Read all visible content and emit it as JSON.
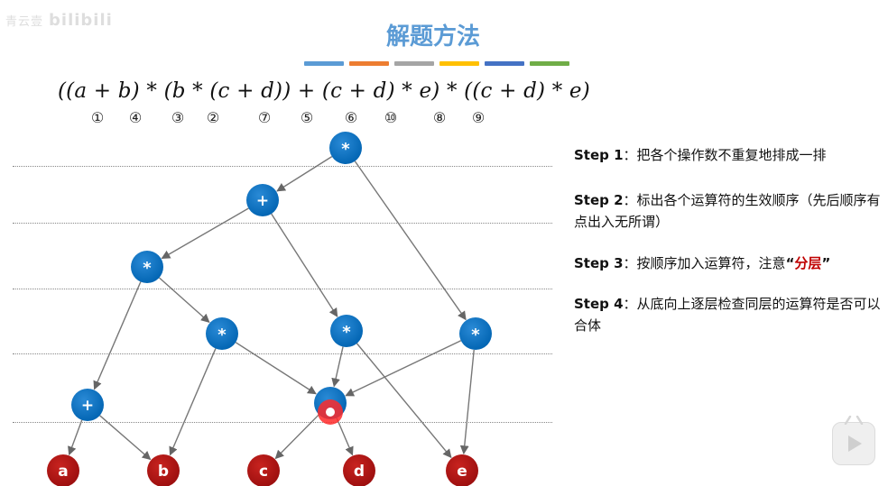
{
  "watermark": {
    "prefix": "青云壹",
    "logo": "bilibili"
  },
  "title": "解题方法",
  "color_bar": [
    "#5b9bd5",
    "#ed7d31",
    "#a5a5a5",
    "#ffc000",
    "#4472c4",
    "#70ad47"
  ],
  "expression": "((a + b) * (b * (c + d)) + (c + d) * e) * ((c + d) * e)",
  "order_marks": [
    "①",
    "④",
    "③",
    "②",
    "⑦",
    "⑤",
    "⑥",
    "⑩",
    "⑧",
    "⑨"
  ],
  "nodes": [
    {
      "id": "n1",
      "label": "*"
    },
    {
      "id": "n2",
      "label": "+"
    },
    {
      "id": "n3",
      "label": "*"
    },
    {
      "id": "n4",
      "label": "*"
    },
    {
      "id": "n5",
      "label": "*"
    },
    {
      "id": "n6",
      "label": "*"
    },
    {
      "id": "n7",
      "label": "+"
    },
    {
      "id": "n8",
      "label": ""
    },
    {
      "id": "la",
      "label": "a"
    },
    {
      "id": "lb",
      "label": "b"
    },
    {
      "id": "lc",
      "label": "c"
    },
    {
      "id": "ld",
      "label": "d"
    },
    {
      "id": "le",
      "label": "e"
    }
  ],
  "edges": [
    [
      "n1",
      "n2"
    ],
    [
      "n1",
      "n6"
    ],
    [
      "n2",
      "n3"
    ],
    [
      "n2",
      "n5"
    ],
    [
      "n3",
      "n7"
    ],
    [
      "n3",
      "n4"
    ],
    [
      "n4",
      "lb"
    ],
    [
      "n4",
      "n8"
    ],
    [
      "n5",
      "n8"
    ],
    [
      "n5",
      "le"
    ],
    [
      "n6",
      "n8"
    ],
    [
      "n6",
      "le"
    ],
    [
      "n7",
      "la"
    ],
    [
      "n7",
      "lb"
    ],
    [
      "n8",
      "lc"
    ],
    [
      "n8",
      "ld"
    ]
  ],
  "steps": [
    {
      "label": "Step 1",
      "text": "：把各个操作数不重复地排成一排"
    },
    {
      "label": "Step 2",
      "text": "：标出各个运算符的生效顺序（先后顺序有点出入无所谓）"
    },
    {
      "label": "Step 3",
      "text": "：按顺序加入运算符，注意",
      "quote_open": "“",
      "highlight": "分层",
      "quote_close": "”"
    },
    {
      "label": "Step 4",
      "text": "：从底向上逐层检查同层的运算符是否可以合体"
    }
  ],
  "colors": {
    "operator_node": "#0070c0",
    "leaf_node": "#c00000",
    "cursor": "#ff2a2a",
    "edge": "#777777",
    "title": "#5b9bd5"
  }
}
